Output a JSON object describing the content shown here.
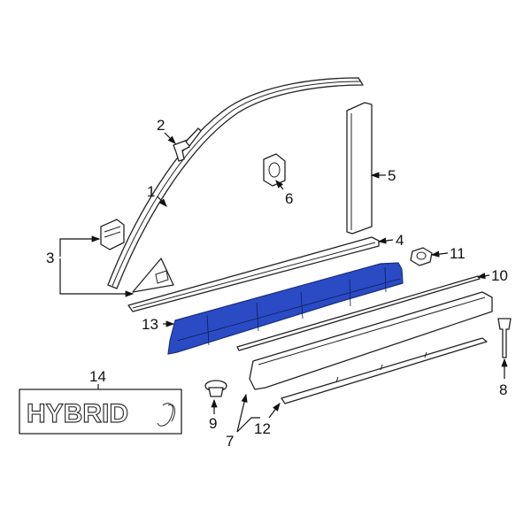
{
  "diagram": {
    "highlight_color": "#2a4bc4",
    "callouts": [
      {
        "id": "1",
        "label": "1"
      },
      {
        "id": "2",
        "label": "2"
      },
      {
        "id": "3",
        "label": "3"
      },
      {
        "id": "4",
        "label": "4"
      },
      {
        "id": "5",
        "label": "5"
      },
      {
        "id": "6",
        "label": "6"
      },
      {
        "id": "7",
        "label": "7"
      },
      {
        "id": "8",
        "label": "8"
      },
      {
        "id": "9",
        "label": "9"
      },
      {
        "id": "10",
        "label": "10"
      },
      {
        "id": "11",
        "label": "11"
      },
      {
        "id": "12",
        "label": "12"
      },
      {
        "id": "13",
        "label": "13"
      },
      {
        "id": "14",
        "label": "14"
      }
    ],
    "emblem_text": "HYBRID"
  }
}
